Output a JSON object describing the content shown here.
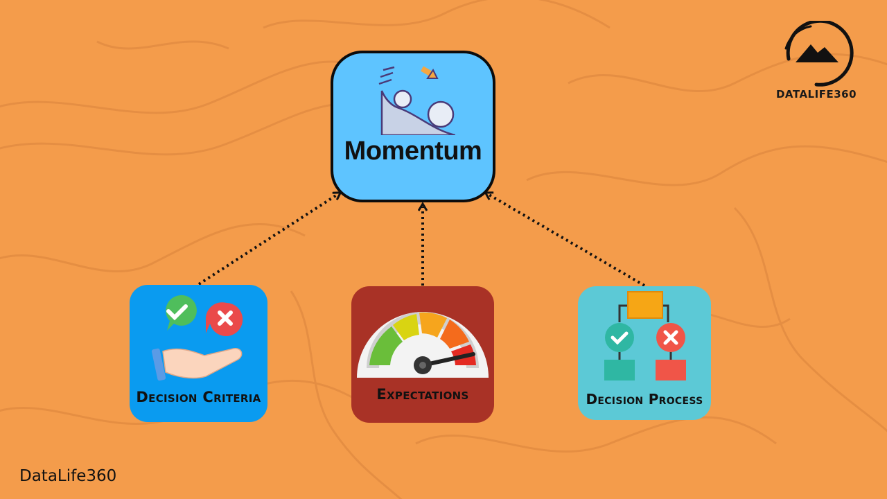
{
  "nodes": {
    "momentum": {
      "label": "Momentum",
      "icon": "snowball-rolling-icon"
    },
    "decision_criteria": {
      "label": "Decision Criteria",
      "icon": "hand-check-cross-icon"
    },
    "expectations": {
      "label": "Expectations",
      "icon": "gauge-meter-icon"
    },
    "decision_process": {
      "label": "Decision Process",
      "icon": "flowchart-icon"
    }
  },
  "edges": [
    {
      "from": "Decision Criteria",
      "to": "Momentum",
      "style": "dotted-arrow"
    },
    {
      "from": "Expectations",
      "to": "Momentum",
      "style": "dotted-arrow"
    },
    {
      "from": "Decision Process",
      "to": "Momentum",
      "style": "dotted-arrow"
    }
  ],
  "brand": {
    "logo_text": "DATALIFE360",
    "footer": "DataLife360"
  },
  "colors": {
    "background": "#f49c4b",
    "momentum_box": "#5ec4ff",
    "decision_criteria_box": "#0a9bf0",
    "expectations_box": "#a93226",
    "decision_process_box": "#5cc9d6"
  }
}
